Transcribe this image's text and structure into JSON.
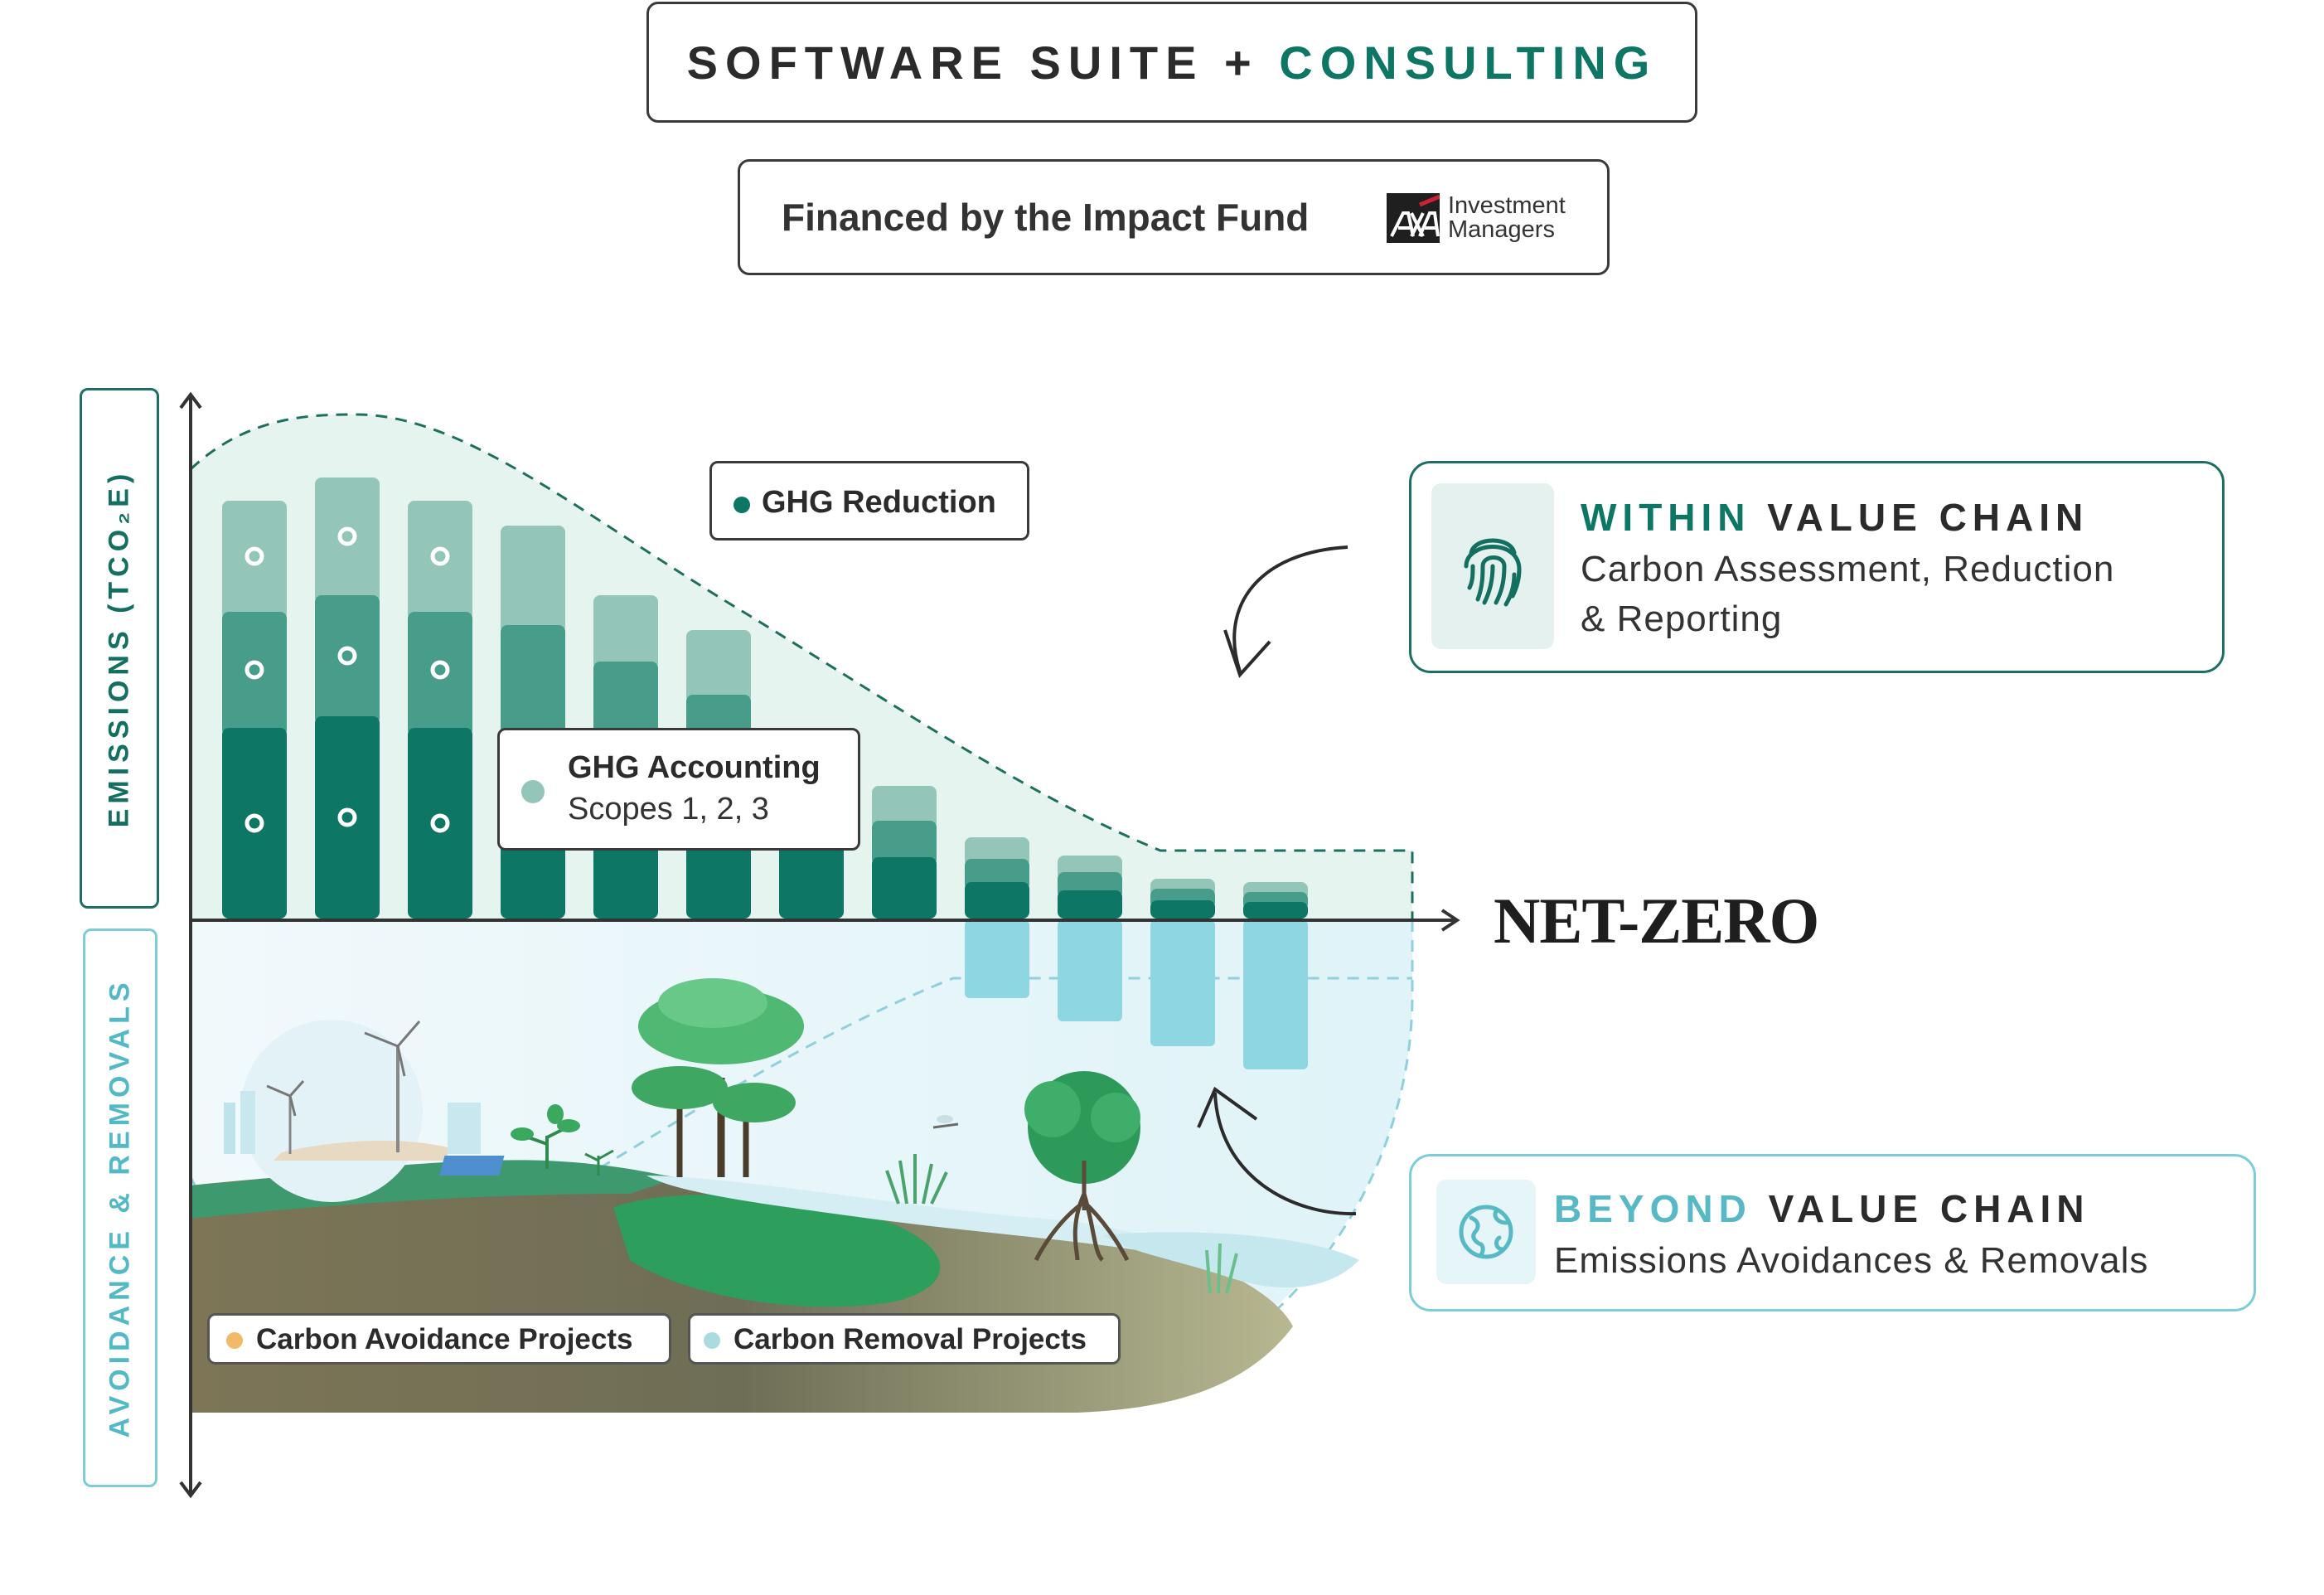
{
  "header": {
    "suite_part1": "SOFTWARE SUITE +",
    "suite_part2": "CONSULTING",
    "financed_text": "Financed by the Impact Fund",
    "logo_line1": "Investment",
    "logo_line2": "Managers"
  },
  "axis": {
    "emissions_label": "EMISSIONS (TCO₂E)",
    "avoidance_label": "AVOIDANCE & REMOVALS",
    "net_zero": "NET-ZERO"
  },
  "legend": {
    "ghg_reduction": "GHG Reduction",
    "ghg_accounting": "GHG Accounting",
    "ghg_scopes": "Scopes 1, 2, 3",
    "carbon_avoidance": "Carbon Avoidance Projects",
    "carbon_removal": "Carbon Removal Projects"
  },
  "callouts": {
    "within": {
      "accent": "WITHIN",
      "rest": "VALUE CHAIN",
      "line1": "Carbon Assessment, Reduction",
      "line2": "& Reporting",
      "icon": "fingerprint-icon"
    },
    "beyond": {
      "accent": "BEYOND",
      "rest": "VALUE CHAIN",
      "line1": "Emissions Avoidances & Removals",
      "icon": "globe-icon"
    }
  },
  "colors": {
    "dark_green": "#0d7664",
    "mid_green": "#479c8a",
    "light_green": "#93c5b8",
    "teal": "#57b8c6",
    "removal_bar": "#8ed6e1",
    "avoidance_dot": "#f2b968",
    "removal_dot": "#a9dbe0"
  }
}
